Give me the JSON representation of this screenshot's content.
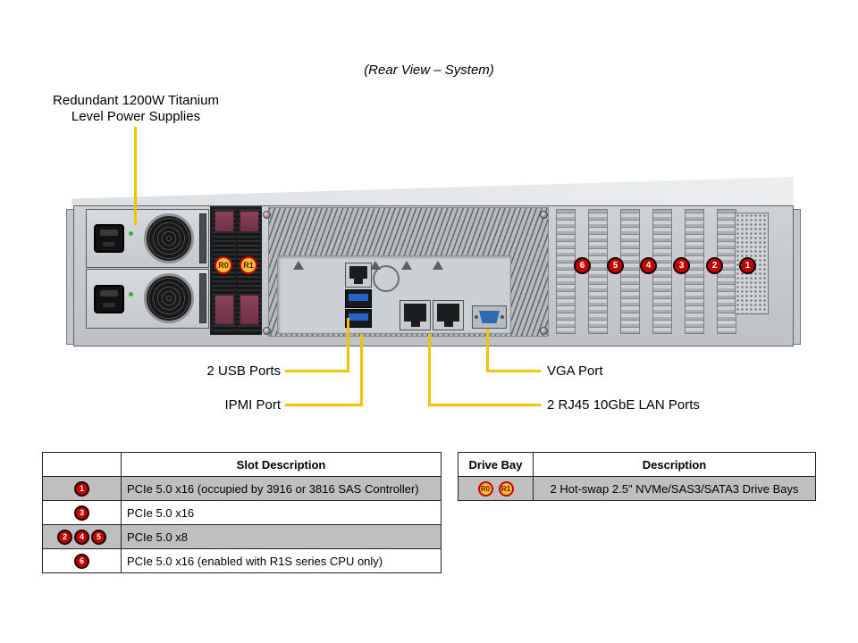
{
  "title": "(Rear View – System)",
  "callouts": {
    "psu_line1": "Redundant 1200W Titanium",
    "psu_line2": "Level Power Supplies",
    "usb": "2 USB Ports",
    "ipmi": "IPMI Port",
    "vga": "VGA Port",
    "lan": "2 RJ45 10GbE LAN Ports"
  },
  "chassis": {
    "drive_bays": [
      "R0",
      "R1"
    ],
    "slots": [
      "6",
      "5",
      "4",
      "3",
      "2",
      "1"
    ]
  },
  "slot_table": {
    "header": "Slot Description",
    "rows": [
      {
        "badges": [
          "1"
        ],
        "description": "PCIe 5.0 x16 (occupied by 3916 or 3816 SAS Controller)"
      },
      {
        "badges": [
          "3"
        ],
        "description": "PCIe 5.0 x16"
      },
      {
        "badges": [
          "2",
          "4",
          "5"
        ],
        "description": "PCIe 5.0 x8"
      },
      {
        "badges": [
          "6"
        ],
        "description": "PCIe 5.0 x16 (enabled with R1S series CPU only)"
      }
    ]
  },
  "drive_table": {
    "headers": [
      "Drive Bay",
      "Description"
    ],
    "row": {
      "badges": [
        "R0",
        "R1"
      ],
      "description": "2 Hot-swap 2.5\" NVMe/SAS3/SATA3 Drive Bays"
    }
  },
  "colors": {
    "callout_yellow": "#F3C300",
    "slot_badge_red": "#C00000",
    "bay_badge_yellow": "#F2C230",
    "shaded_row_gray": "#BFBFBF"
  }
}
